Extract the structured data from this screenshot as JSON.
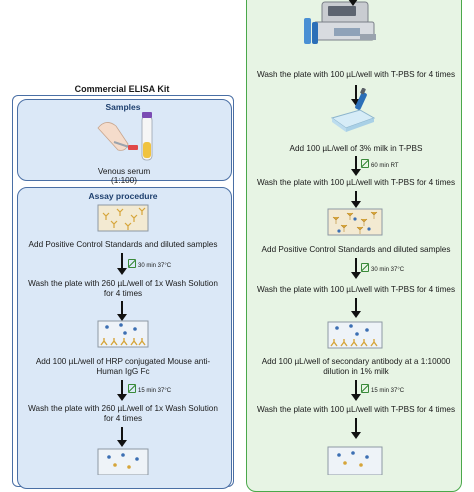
{
  "left": {
    "title": "Commercial ELISA Kit",
    "samples": {
      "heading": "Samples",
      "caption_line1": "Venous serum",
      "caption_line2": "(1:100)"
    },
    "assay": {
      "heading": "Assay procedure",
      "step1": "Add Positive Control Standards and diluted samples",
      "timer1": "30 min 37°C",
      "step2_line1": "Wash the plate with 260 µL/well of 1x Wash Solution",
      "step2_line2": "for 4 times",
      "step3_line1": "Add 100 µL/well of HRP conjugated Mouse anti-",
      "step3_line2": "Human IgG Fc",
      "timer2": "15 min 37°C",
      "step4_line1": "Wash the plate with 260 µL/well of 1x Wash Solution",
      "step4_line2": "for 4 times"
    }
  },
  "right": {
    "step1": "Wash the plate with 100 µL/well with T-PBS for 4 times",
    "step2": "Add 100 µL/well of 3% milk in T-PBS",
    "timer1": "60 min RT",
    "step3": "Wash the plate with 100 µL/well with T-PBS for 4 times",
    "step4": "Add Positive Control Standards and diluted samples",
    "timer2": "30 min 37°C",
    "step5": "Wash the plate with 100 µL/well with T-PBS for 4 times",
    "step6_line1": "Add 100 µL/well of secondary antibody at a 1:10000",
    "step6_line2": "dilution in 1% milk",
    "timer3": "15 min 37°C",
    "step7": "Wash the plate with 100 µL/well with T-PBS for 4 times"
  },
  "colors": {
    "left_border": "#4a6fa5",
    "left_fill": "#dbe8f7",
    "right_border": "#4aa84a",
    "right_fill": "#e7f4e4"
  }
}
